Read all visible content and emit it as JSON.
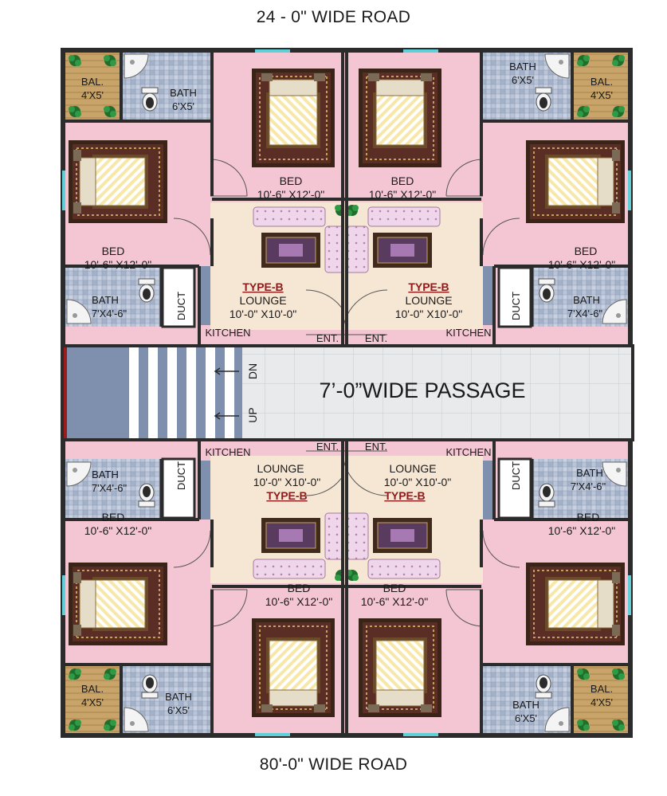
{
  "roads": {
    "top": "24 - 0\" WIDE ROAD",
    "bottom": "80'-0\" WIDE ROAD"
  },
  "passage": {
    "label": "7’-0”WIDE PASSAGE",
    "dn": "DN",
    "up": "UP"
  },
  "rooms": {
    "bal": {
      "name": "BAL.",
      "size": "4'X5'"
    },
    "bath_small": {
      "name": "BATH",
      "size": "6'X5'"
    },
    "bath_large": {
      "name": "BATH",
      "size": "7'X4'-6\""
    },
    "bed": {
      "name": "BED",
      "size": "10'-6\" X12'-0\""
    },
    "lounge": {
      "name": "LOUNGE",
      "size": "10'-0\" X10'-0\""
    },
    "type": "TYPE-B",
    "duct": "DUCT",
    "kitchen": "KITCHEN",
    "entrance": "ENT."
  },
  "colors": {
    "floor_pink": "#f4c6d4",
    "lounge_floor": "#f6e6d4",
    "wall": "#2b2b2b",
    "bath_tile": "#b9c4d8",
    "balcony": "#c8a46a",
    "passage_tile": "#e6e8ea",
    "stairs": "#7f8fae",
    "window": "#5fd0d8",
    "type_label": "#8e1b1b"
  }
}
